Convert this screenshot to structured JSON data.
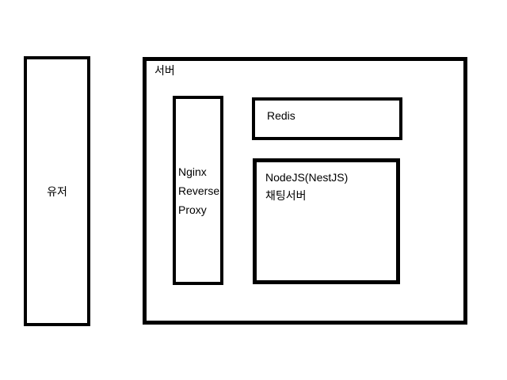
{
  "diagram": {
    "background_color": "#ffffff",
    "stroke_color": "#000000",
    "nodes": {
      "user": {
        "label": "유저"
      },
      "server": {
        "label": "서버",
        "children": [
          "nginx",
          "redis",
          "nodejs"
        ]
      },
      "nginx": {
        "lines": [
          "Nginx",
          "Reverse",
          "Proxy"
        ]
      },
      "redis": {
        "label": "Redis"
      },
      "nodejs": {
        "lines": [
          "NodeJS(NestJS)",
          "채팅서버"
        ]
      }
    }
  }
}
